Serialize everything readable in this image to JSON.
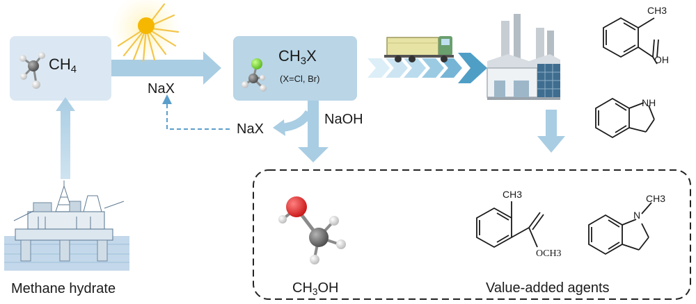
{
  "nodes": {
    "methane": {
      "prefix": "CH",
      "sub": "4"
    },
    "methyl_halide": {
      "prefix": "CH",
      "sub": "3",
      "suffix": "X",
      "note": "(X=Cl, Br)"
    },
    "methanol": {
      "prefix": "CH",
      "sub": "3",
      "suffix": "OH"
    }
  },
  "labels": {
    "nax_top": "NaX",
    "nax_loop": "NaX",
    "naoh": "NaOH",
    "methane_hydrate": "Methane hydrate",
    "value_added": "Value-added agents"
  },
  "molecules": {
    "toluic_acid": {
      "methyl": "CH3",
      "oh": "OH"
    },
    "indoline": {
      "nh": "NH"
    },
    "methyl_toluate": {
      "methyl": "CH3",
      "och3": "OCH3"
    },
    "n_methylindoline": {
      "n": "N",
      "methyl": "CH3"
    }
  },
  "colors": {
    "box_fill": "#dbe8f3",
    "box_fill_dark": "#b9d5e6",
    "arrow": "#9cc4de",
    "arrow_dark": "#5aa7cc",
    "sun": "#f5b700",
    "chlorine": "#7fd63a",
    "oxygen": "#e03030",
    "carbon": "#6d6d6d"
  }
}
